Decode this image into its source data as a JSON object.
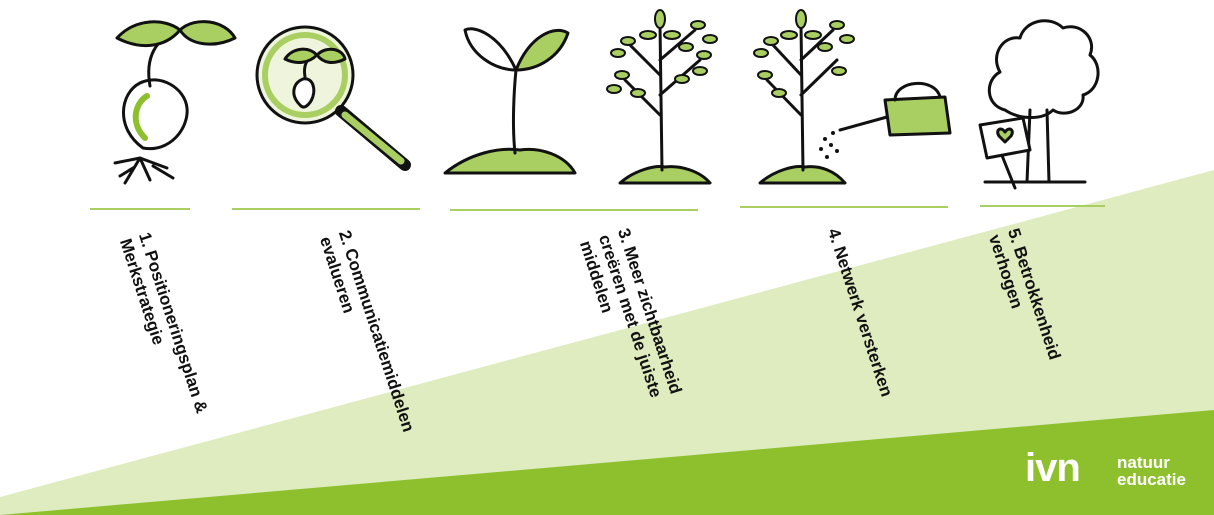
{
  "colors": {
    "light_green": "#dfecbf",
    "dark_green": "#8ec02e",
    "accent_green": "#a9cf62",
    "ink": "#111111"
  },
  "stages": [
    {
      "icon": "seed-sprout-icon",
      "label_lines": [
        "1. Positioneringsplan &",
        "Merkstrategie"
      ]
    },
    {
      "icon": "magnifier-sprout-icon",
      "label_lines": [
        "2. Communicatiemiddelen",
        "evalueren"
      ]
    },
    {
      "icon": "seedling-icon",
      "label_lines": [
        "3. Meer zichtbaarheid",
        "creëren met de juiste",
        "middelen"
      ]
    },
    {
      "icon": "young-tree-icon",
      "label_lines": [
        "4. Netwerk versterken"
      ]
    },
    {
      "icon": "tree-watering-can-icon",
      "label_lines": [
        "5. Betrokkenheid",
        "verhogen"
      ]
    },
    {
      "icon": "tree-heart-sign-icon",
      "label_lines": []
    }
  ],
  "logo": {
    "mark": "ivn",
    "line1": "natuur",
    "line2": "educatie"
  }
}
